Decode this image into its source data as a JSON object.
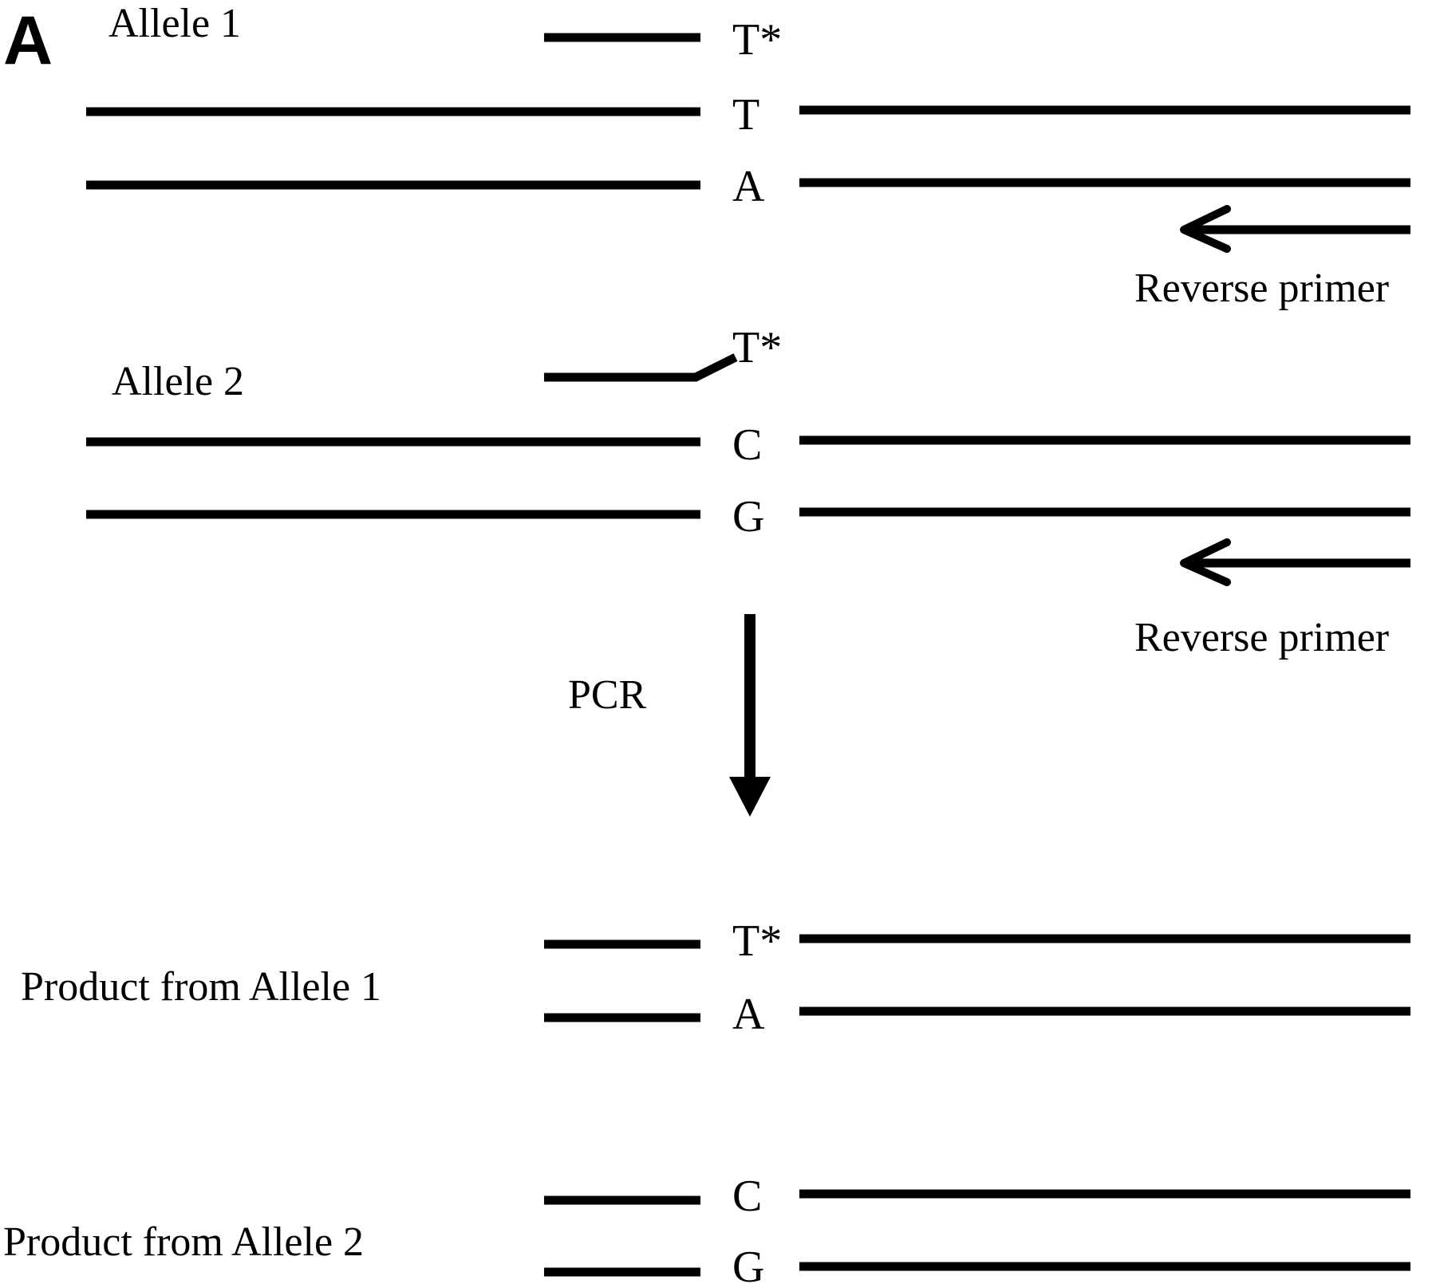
{
  "panel_letter": "A",
  "allele1": {
    "label": "Allele 1",
    "primer_base": "T*",
    "top_base": "T",
    "bottom_base": "A",
    "reverse_primer": "Reverse primer"
  },
  "allele2": {
    "label": "Allele 2",
    "primer_base": "T*",
    "top_base": "C",
    "bottom_base": "G",
    "reverse_primer": "Reverse primer"
  },
  "process_label": "PCR",
  "product1": {
    "label": "Product from Allele 1",
    "top_base": "T*",
    "bottom_base": "A"
  },
  "product2": {
    "label": "Product from Allele 2",
    "top_base": "C",
    "bottom_base": "G"
  },
  "colors": {
    "ink": "#000000",
    "background": "#ffffff"
  }
}
